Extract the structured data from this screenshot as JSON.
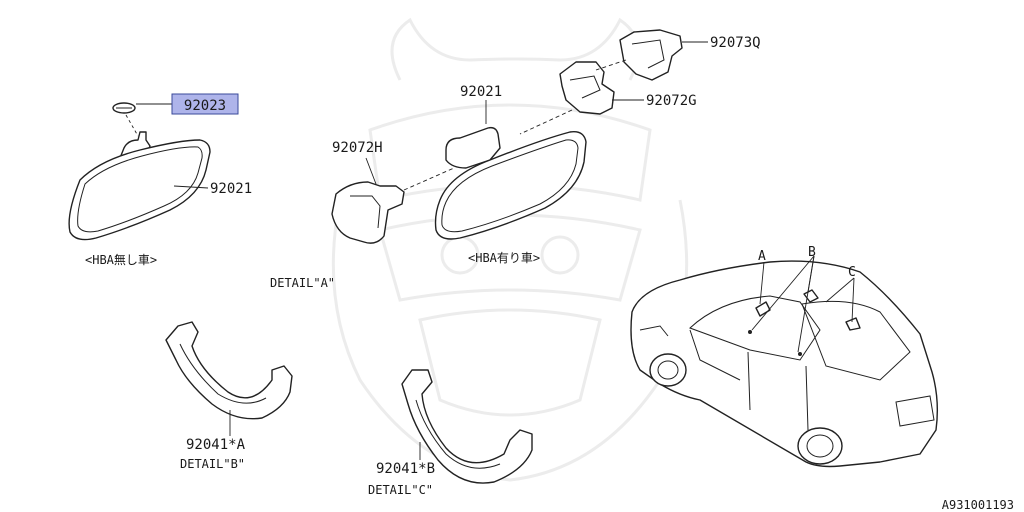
{
  "labels": {
    "part_92023": "92023",
    "part_92021_left": "92021",
    "caption_without_hba": "<HBA無し車>",
    "part_92021_right": "92021",
    "part_92072H": "92072H",
    "part_92072G": "92072G",
    "part_92073Q": "92073Q",
    "caption_with_hba": "<HBA有り車>",
    "detail_a": "DETAIL\"A\"",
    "part_92041A": "92041*A",
    "detail_b": "DETAIL\"B\"",
    "part_92041B": "92041*B",
    "detail_c": "DETAIL\"C\"",
    "callout_a": "A",
    "callout_b": "B",
    "callout_c": "C",
    "diagram_id": "A931001193"
  },
  "highlight": {
    "part": "92023",
    "color": "#aeb4ea"
  }
}
